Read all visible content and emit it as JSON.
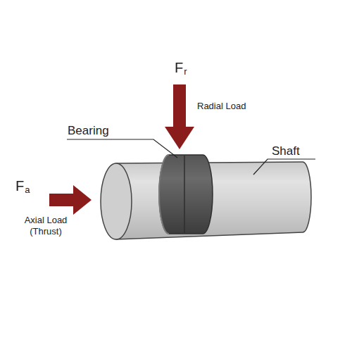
{
  "diagram": {
    "labels": [
      "F",
      "r",
      "Radial Load",
      "Bearing",
      "Shaft",
      "F",
      "a",
      "Axial Load (Thrust)"
    ]
  }
}
